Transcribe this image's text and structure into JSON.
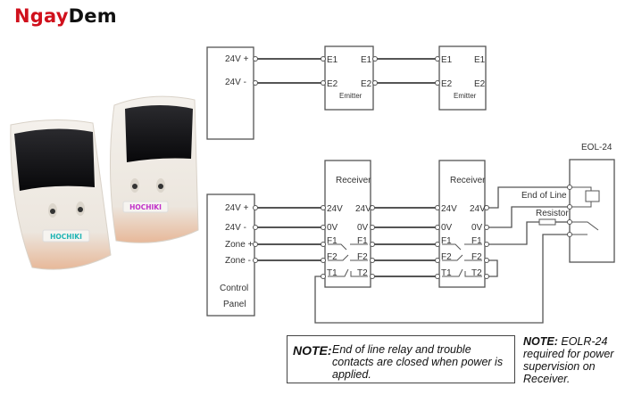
{
  "logo": {
    "part1": "Ngay",
    "part2": "Dem",
    "color_part1": "#d0101c",
    "color_part2": "#111111"
  },
  "product_image": {
    "description": "Two white Hochiki beam detector units with dark lens windows",
    "units": [
      {
        "brand_label": "HOCHIKI",
        "label_color": "#20b4b4"
      },
      {
        "brand_label": "HOCHIKI",
        "label_color": "#c030c8"
      }
    ]
  },
  "diagram": {
    "power_supply": {
      "terminals": [
        "24V +",
        "24V -"
      ]
    },
    "emitters": [
      {
        "title": "Emitter",
        "left_terminals": [
          "E1",
          "E2"
        ],
        "right_terminals": [
          "E1",
          "E2"
        ]
      },
      {
        "title": "Emitter",
        "left_terminals": [
          "E1",
          "E2"
        ],
        "right_terminals": [
          "E1",
          "E2"
        ]
      }
    ],
    "control_panel": {
      "title_line1": "Control",
      "title_line2": "Panel",
      "terminals": [
        "24V +",
        "24V -",
        "Zone +",
        "Zone -"
      ]
    },
    "receivers": [
      {
        "title": "Receiver",
        "left_terminals": [
          "24V",
          "0V",
          "F1",
          "F2",
          "T1"
        ],
        "right_terminals": [
          "24V",
          "0V",
          "F1",
          "F2",
          "T2"
        ]
      },
      {
        "title": "Receiver",
        "left_terminals": [
          "24V",
          "0V",
          "F1",
          "F2",
          "T1"
        ],
        "right_terminals": [
          "24V",
          "0V",
          "F1",
          "F2",
          "T2"
        ]
      }
    ],
    "eol_module": {
      "title": "EOL-24",
      "label_end_of_line": "End of Line",
      "label_resistor": "Resistor"
    }
  },
  "notes": [
    {
      "label": "NOTE:",
      "text": "End of line relay and trouble contacts are closed when power is applied."
    },
    {
      "label": "NOTE:",
      "text": "EOLR-24 required for power supervision on Receiver."
    }
  ]
}
